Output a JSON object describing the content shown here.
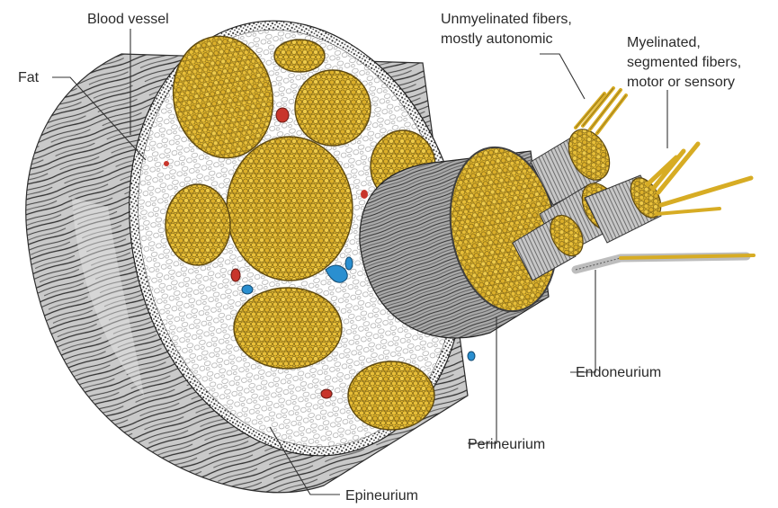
{
  "labels": {
    "blood_vessel": "Blood vessel",
    "fat": "Fat",
    "unmyelinated_line1": "Unmyelinated fibers,",
    "unmyelinated_line2": "mostly autonomic",
    "myelinated_line1": "Myelinated,",
    "myelinated_line2": "segmented fibers,",
    "myelinated_line3": "motor or sensory",
    "endoneurium": "Endoneurium",
    "perineurium": "Perineurium",
    "epineurium": "Epineurium"
  },
  "colors": {
    "fascicle_yellow": "#e3b92e",
    "fascicle_outline": "#6a5312",
    "vessel_red": "#c8352b",
    "vessel_blue": "#2a8fd0",
    "epineurium_gray": "#bdbdbd",
    "fat_white": "#ffffff"
  }
}
